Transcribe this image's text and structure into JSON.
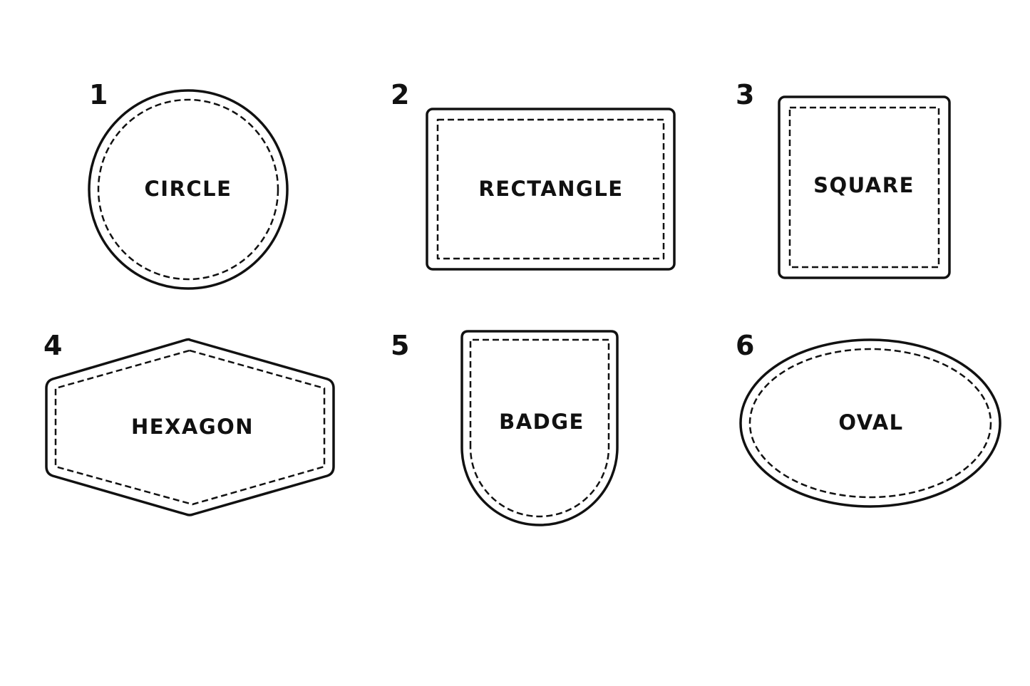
{
  "shapes": [
    {
      "number": "1",
      "label": "CIRCLE",
      "shape_icon": "circle-patch-icon"
    },
    {
      "number": "2",
      "label": "RECTANGLE",
      "shape_icon": "rectangle-patch-icon"
    },
    {
      "number": "3",
      "label": "SQUARE",
      "shape_icon": "square-patch-icon"
    },
    {
      "number": "4",
      "label": "HEXAGON",
      "shape_icon": "hexagon-patch-icon"
    },
    {
      "number": "5",
      "label": "BADGE",
      "shape_icon": "badge-patch-icon"
    },
    {
      "number": "6",
      "label": "OVAL",
      "shape_icon": "oval-patch-icon"
    }
  ],
  "colors": {
    "ink": "#111111",
    "background": "#ffffff"
  }
}
